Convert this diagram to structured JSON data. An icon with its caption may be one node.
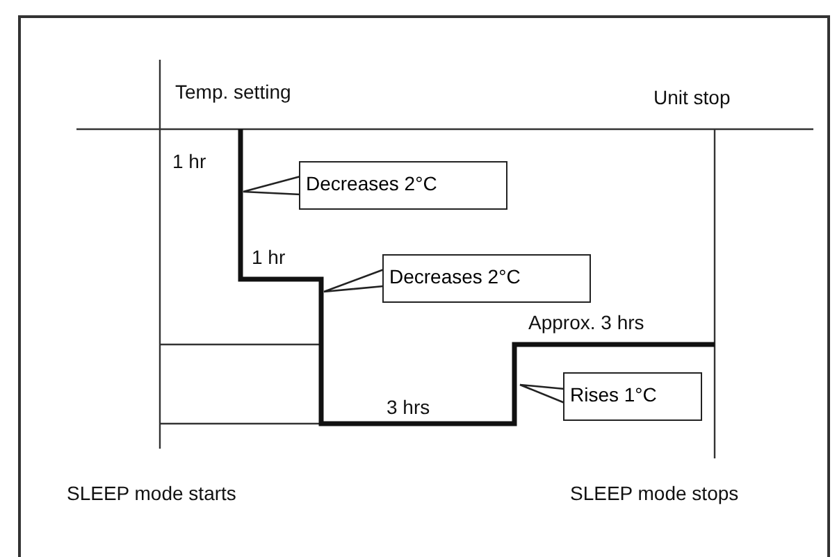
{
  "diagram": {
    "nodes": [
      {
        "text": [
          "Decreases 2°C"
        ]
      },
      {
        "text": [
          "Decreases 2°C"
        ]
      },
      {
        "text": [
          "Rises 1°C"
        ]
      }
    ],
    "labels": [
      "Temp. setting",
      "Unit stop",
      "1 hr",
      "1 hr",
      "Approx. 3 hrs",
      "3 hrs",
      "SLEEP mode starts",
      "SLEEP mode stops"
    ]
  }
}
